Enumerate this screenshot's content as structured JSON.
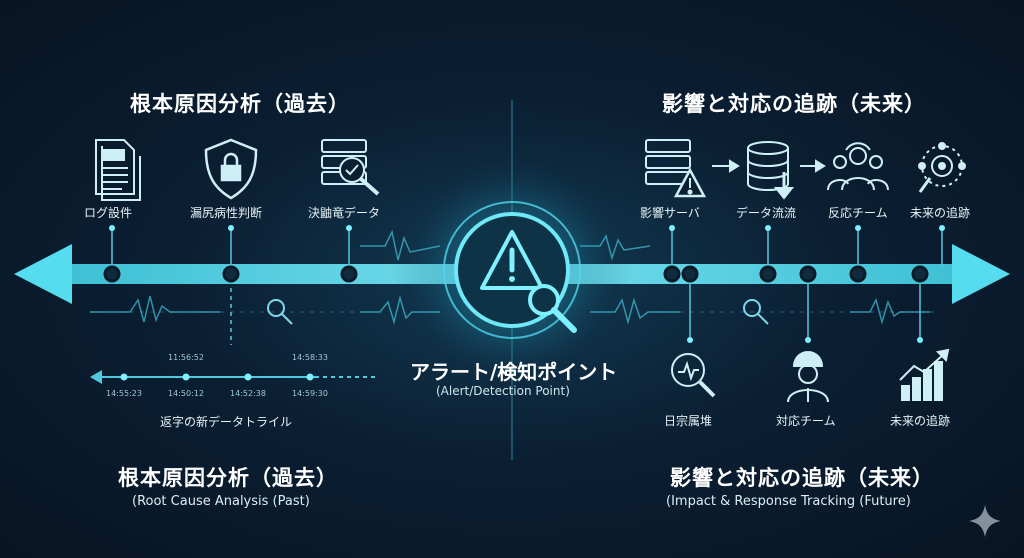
{
  "past": {
    "heading_top": "根本原因分析（過去）",
    "heading_bottom": "根本原因分析（過去）",
    "subtitle_bottom": "(Root Cause Analysis (Past)",
    "icons": [
      {
        "label": "ログ設件",
        "icon": "log-file-icon"
      },
      {
        "label": "漏尻病性判断",
        "icon": "shield-lock-icon"
      },
      {
        "label": "決鼬竜データ",
        "icon": "server-search-icon"
      }
    ],
    "timeline": {
      "times_top": [
        "11:56:52",
        "14:58:33"
      ],
      "times_bottom": [
        "14:55:23",
        "14:50:12",
        "14:52:38",
        "14:59:30"
      ],
      "caption": "返字の新データトライル"
    }
  },
  "center": {
    "title": "アラート/検知ポイント",
    "subtitle": "(Alert/Detection Point)",
    "icon": "alert-magnifier-icon"
  },
  "future": {
    "heading_top": "影響と対応の追跡（未来）",
    "heading_bottom": "影響と対応の追跡（未来）",
    "subtitle_bottom": "(Impact & Response Tracking (Future)",
    "icons_top": [
      {
        "label": "影響サーバ",
        "icon": "server-warning-icon"
      },
      {
        "label": "データ流流",
        "icon": "database-flow-icon"
      },
      {
        "label": "反応チーム",
        "icon": "team-icon"
      },
      {
        "label": "未来の追跡",
        "icon": "tracking-target-icon"
      }
    ],
    "icons_bottom": [
      {
        "label": "日宗属堆",
        "icon": "chart-magnifier-icon"
      },
      {
        "label": "対応チーム",
        "icon": "responder-icon"
      },
      {
        "label": "未来の追跡",
        "icon": "growth-chart-icon"
      }
    ]
  },
  "colors": {
    "accent": "#3fc4dd",
    "glow": "#5fe3f5",
    "background": "#0b1f33"
  }
}
